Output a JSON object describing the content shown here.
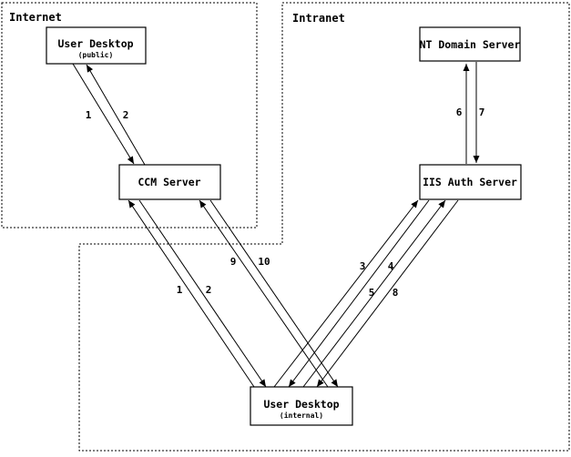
{
  "diagram": {
    "colors": {
      "line": "#000000",
      "background": "#ffffff"
    },
    "regions": [
      {
        "label": "Internet"
      },
      {
        "label": "Intranet"
      }
    ],
    "nodes": [
      {
        "id": "user-desktop-public",
        "label": "User Desktop",
        "sublabel": "(public)"
      },
      {
        "id": "ccm-server",
        "label": "CCM Server"
      },
      {
        "id": "nt-domain-server",
        "label": "NT Domain Server"
      },
      {
        "id": "iis-auth-server",
        "label": "IIS Auth Server"
      },
      {
        "id": "user-desktop-internal",
        "label": "User Desktop",
        "sublabel": "(internal)"
      }
    ],
    "edges": [
      {
        "label": "1",
        "from": "user-desktop-public",
        "to": "ccm-server"
      },
      {
        "label": "2",
        "from": "ccm-server",
        "to": "user-desktop-public"
      },
      {
        "label": "1",
        "from": "user-desktop-internal",
        "to": "ccm-server"
      },
      {
        "label": "2",
        "from": "ccm-server",
        "to": "user-desktop-internal"
      },
      {
        "label": "3",
        "from": "user-desktop-internal",
        "to": "iis-auth-server"
      },
      {
        "label": "4",
        "from": "iis-auth-server",
        "to": "user-desktop-internal"
      },
      {
        "label": "5",
        "from": "user-desktop-internal",
        "to": "iis-auth-server"
      },
      {
        "label": "6",
        "from": "iis-auth-server",
        "to": "nt-domain-server"
      },
      {
        "label": "7",
        "from": "nt-domain-server",
        "to": "iis-auth-server"
      },
      {
        "label": "8",
        "from": "iis-auth-server",
        "to": "user-desktop-internal"
      },
      {
        "label": "9",
        "from": "user-desktop-internal",
        "to": "ccm-server"
      },
      {
        "label": "10",
        "from": "ccm-server",
        "to": "user-desktop-internal"
      }
    ]
  }
}
